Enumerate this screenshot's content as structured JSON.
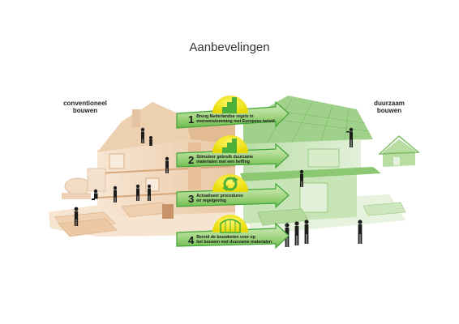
{
  "title": "Aanbevelingen",
  "label_left": "conventioneel\nbouwen",
  "label_right": "duurzaam\nbouwen",
  "steps": [
    {
      "number": "1",
      "text": "Breng Nederlandse regels in\novereenstemming met Europees beleid",
      "icon": "stairs-chart-icon"
    },
    {
      "number": "2",
      "text": "Stimuleer gebruik duurzame\nmaterialen met een heffing",
      "icon": "stairs-chart-icon"
    },
    {
      "number": "3",
      "text": "Actualiseer procedures\nen regelgeving",
      "icon": "recycle-arrows-icon"
    },
    {
      "number": "4",
      "text": "Bereid de bouwketen voor op\nhet bouwen met duurzame materialen",
      "icon": "greenhouse-icon"
    }
  ],
  "colors": {
    "arrow_green": "#3fa535",
    "arrow_light": "#b8dd9c",
    "icon_yellow": "#f2e800",
    "icon_green": "#4caf3a",
    "house_conventional": "#f3dcc2",
    "house_sustainable": "#cfe8c3",
    "silhouette": "#1c1c1c"
  }
}
